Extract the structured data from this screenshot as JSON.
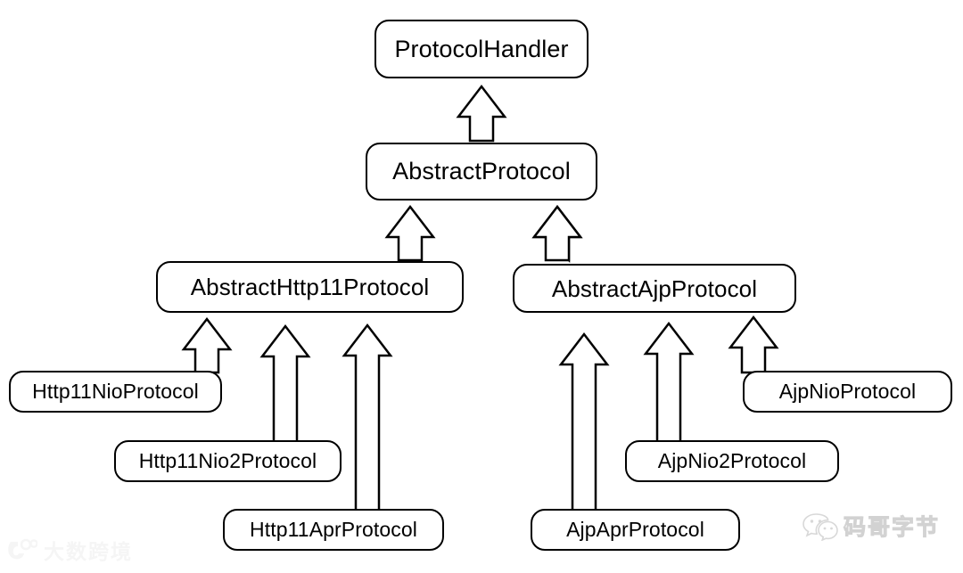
{
  "diagram": {
    "type": "uml-class-hierarchy",
    "background_color": "#ffffff",
    "line_color": "#000000",
    "box_fill": "#ffffff",
    "nodes": [
      {
        "id": "protocol-handler",
        "label": "ProtocolHandler",
        "level": 0
      },
      {
        "id": "abstract-protocol",
        "label": "AbstractProtocol",
        "level": 1
      },
      {
        "id": "abstract-http11",
        "label": "AbstractHttp11Protocol",
        "level": 2
      },
      {
        "id": "abstract-ajp",
        "label": "AbstractAjpProtocol",
        "level": 2
      },
      {
        "id": "http11-nio",
        "label": "Http11NioProtocol",
        "level": 3
      },
      {
        "id": "http11-nio2",
        "label": "Http11Nio2Protocol",
        "level": 3
      },
      {
        "id": "http11-apr",
        "label": "Http11AprProtocol",
        "level": 3
      },
      {
        "id": "ajp-nio",
        "label": "AjpNioProtocol",
        "level": 3
      },
      {
        "id": "ajp-nio2",
        "label": "AjpNio2Protocol",
        "level": 3
      },
      {
        "id": "ajp-apr",
        "label": "AjpAprProtocol",
        "level": 3
      }
    ],
    "edges": [
      {
        "from": "abstract-protocol",
        "to": "protocol-handler",
        "kind": "inheritance"
      },
      {
        "from": "abstract-http11",
        "to": "abstract-protocol",
        "kind": "inheritance"
      },
      {
        "from": "abstract-ajp",
        "to": "abstract-protocol",
        "kind": "inheritance"
      },
      {
        "from": "http11-nio",
        "to": "abstract-http11",
        "kind": "inheritance"
      },
      {
        "from": "http11-nio2",
        "to": "abstract-http11",
        "kind": "inheritance"
      },
      {
        "from": "http11-apr",
        "to": "abstract-http11",
        "kind": "inheritance"
      },
      {
        "from": "ajp-nio",
        "to": "abstract-ajp",
        "kind": "inheritance"
      },
      {
        "from": "ajp-nio2",
        "to": "abstract-ajp",
        "kind": "inheritance"
      },
      {
        "from": "ajp-apr",
        "to": "abstract-ajp",
        "kind": "inheritance"
      }
    ]
  },
  "watermarks": {
    "bottom_left": {
      "text": "大数跨境",
      "icon": "dashu-logo-icon",
      "color": "#ececec"
    },
    "bottom_right": {
      "text": "码哥字节",
      "icon": "wechat-icon",
      "color": "#d2d2d2"
    }
  }
}
